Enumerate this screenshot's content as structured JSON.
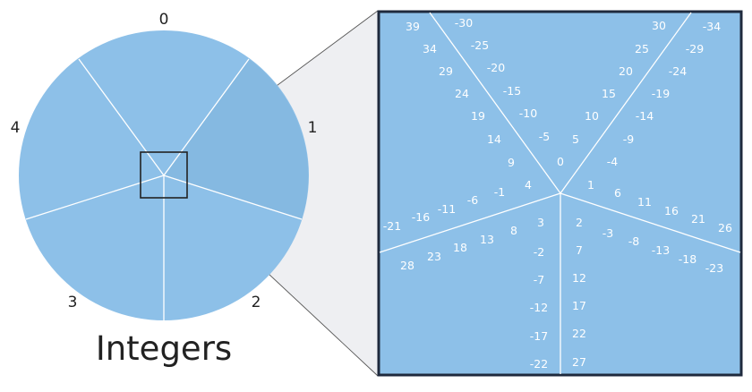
{
  "diagram": {
    "caption": "Integers",
    "wheel_labels": [
      "0",
      "1",
      "2",
      "3",
      "4"
    ],
    "zoom_numbers": [
      "39",
      "34",
      "29",
      "24",
      "19",
      "14",
      "9",
      "4",
      "-1",
      "-6",
      "-11",
      "-16",
      "-21",
      "-30",
      "-25",
      "-20",
      "-15",
      "-10",
      "-5",
      "0",
      "30",
      "25",
      "20",
      "15",
      "10",
      "5",
      "-34",
      "-29",
      "-24",
      "-19",
      "-14",
      "-9",
      "-4",
      "1",
      "6",
      "11",
      "16",
      "21",
      "26",
      "-3",
      "-8",
      "-13",
      "-18",
      "-23",
      "2",
      "7",
      "12",
      "17",
      "22",
      "27",
      "3",
      "-2",
      "-7",
      "-12",
      "-17",
      "-22",
      "8",
      "13",
      "18",
      "23",
      "28"
    ]
  },
  "colors": {
    "wheel_fill": "#8dc0e8",
    "wheel_highlight": "#7fb2da",
    "zoom_fill": "#8dc0e8",
    "zoom_border": "#1f2a3d",
    "connector_shade": "#eeeff2",
    "connector_line": "#555555",
    "text": "#222222"
  }
}
